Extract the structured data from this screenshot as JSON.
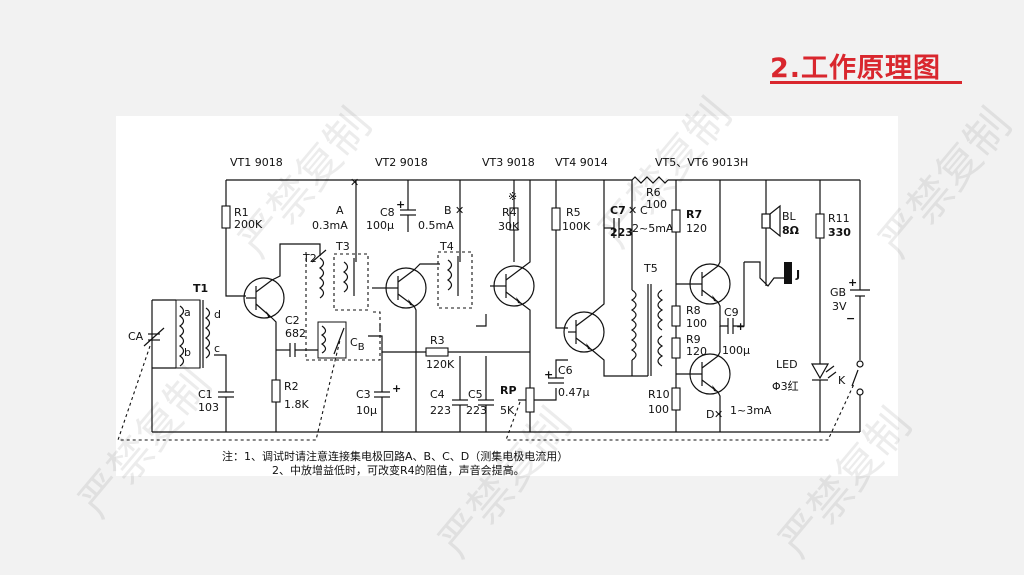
{
  "slide": {
    "title": "2.工作原理图"
  },
  "watermark": {
    "text": "严禁复制"
  },
  "schematic": {
    "headers": [
      "VT1 9018",
      "VT2 9018",
      "VT3 9018",
      "VT4 9014",
      "VT5、VT6 9013H"
    ],
    "labels": {
      "R1": "R1",
      "R1v": "200K",
      "A": "A",
      "Ai": "0.3mA",
      "C8": "C8",
      "C8v": "100μ",
      "B": "B",
      "Bi": "0.5mA",
      "star": "※",
      "R4": "R4",
      "R4v": "30K",
      "R5": "R5",
      "R5v": "100K",
      "C7": "C7",
      "C7v": "223",
      "Cmark": "C",
      "Ci": "2~5mA",
      "R6": "R6",
      "R6v": "100",
      "R7": "R7",
      "R7v": "120",
      "BL": "BL",
      "BLv": "8Ω",
      "R11": "R11",
      "R11v": "330",
      "T1": "T1",
      "Ta": "a",
      "Tb": "b",
      "Td": "d",
      "Tc": "c",
      "CA": "CA",
      "T2": "T2",
      "T3": "T3",
      "T4": "T4",
      "C2": "C2",
      "C2v": "682",
      "CB": "C",
      "CBsub": "B",
      "R3": "R3",
      "R3v": "120K",
      "C1": "C1",
      "C1v": "103",
      "R2": "R2",
      "R2v": "1.8K",
      "C3": "C3",
      "C3v": "10μ",
      "C4": "C4",
      "C4v": "223",
      "C5": "C5",
      "C5v": "223",
      "RP": "RP",
      "RPv": "5K",
      "C6": "C6",
      "C6v": "0.47μ",
      "T5": "T5",
      "J": "J",
      "GB": "GB",
      "GBv": "3V",
      "R8": "R8",
      "R8v": "100",
      "C9": "C9",
      "C9v": "100μ",
      "R9": "R9",
      "R9v": "120",
      "LED": "LED",
      "LEDv": "Φ3红",
      "K": "K",
      "R10": "R10",
      "R10v": "100",
      "D": "D",
      "Di": "1~3mA"
    },
    "notes": [
      "注：1、调试时请注意连接集电极回路A、B、C、D（测集电极电流用）",
      "2、中放增益低时，可改变R4的阻值，声音会提高。"
    ]
  }
}
